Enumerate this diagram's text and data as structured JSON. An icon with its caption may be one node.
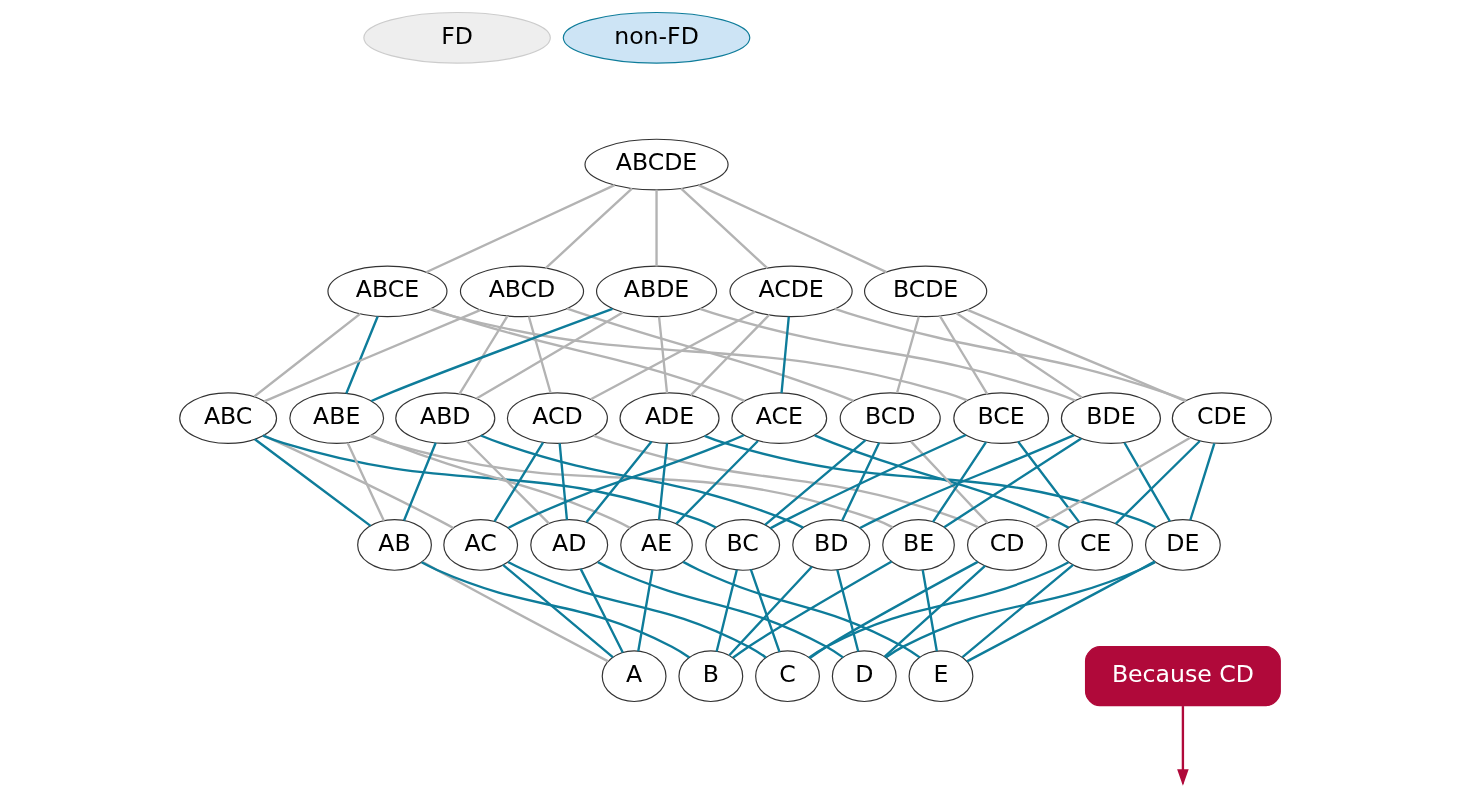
{
  "diagram": {
    "nodes": [
      {
        "text": [
          "ABCDE"
        ]
      },
      {
        "text": [
          "ABCE"
        ]
      },
      {
        "text": [
          "ABCD"
        ]
      },
      {
        "text": [
          "ABDE"
        ]
      },
      {
        "text": [
          "ACDE"
        ]
      },
      {
        "text": [
          "BCDE"
        ]
      },
      {
        "text": [
          "ABC"
        ]
      },
      {
        "text": [
          "ABE"
        ]
      },
      {
        "text": [
          "ABD"
        ]
      },
      {
        "text": [
          "ACD"
        ]
      },
      {
        "text": [
          "ADE"
        ]
      },
      {
        "text": [
          "ACE"
        ]
      },
      {
        "text": [
          "BCD"
        ]
      },
      {
        "text": [
          "BCE"
        ]
      },
      {
        "text": [
          "BDE"
        ]
      },
      {
        "text": [
          "CDE"
        ]
      },
      {
        "text": [
          "AB"
        ]
      },
      {
        "text": [
          "AC"
        ]
      },
      {
        "text": [
          "AD"
        ]
      },
      {
        "text": [
          "AE"
        ]
      },
      {
        "text": [
          "BC"
        ]
      },
      {
        "text": [
          "BD"
        ]
      },
      {
        "text": [
          "BE"
        ]
      },
      {
        "text": [
          "CD"
        ]
      },
      {
        "text": [
          "CE"
        ]
      },
      {
        "text": [
          "DE"
        ]
      },
      {
        "text": [
          "A"
        ]
      },
      {
        "text": [
          "B"
        ]
      },
      {
        "text": [
          "C"
        ]
      },
      {
        "text": [
          "D"
        ]
      },
      {
        "text": [
          "E"
        ]
      },
      {
        "text": [
          "Because CD"
        ]
      }
    ],
    "edges": [
      {
        "from": 0,
        "to": 1,
        "arrow": "none",
        "color": "#b3b3b3"
      },
      {
        "from": 0,
        "to": 2,
        "arrow": "none",
        "color": "#b3b3b3"
      },
      {
        "from": 0,
        "to": 3,
        "arrow": "none",
        "color": "#b3b3b3"
      },
      {
        "from": 0,
        "to": 4,
        "arrow": "none",
        "color": "#b3b3b3"
      },
      {
        "from": 0,
        "to": 5,
        "arrow": "none",
        "color": "#b3b3b3"
      },
      {
        "from": 1,
        "to": 6,
        "arrow": "none",
        "color": "#b3b3b3"
      },
      {
        "from": 1,
        "to": 7,
        "arrow": "none"
      },
      {
        "from": 1,
        "to": 11,
        "arrow": "none",
        "color": "#b3b3b3"
      },
      {
        "from": 1,
        "to": 13,
        "arrow": "none",
        "color": "#b3b3b3"
      },
      {
        "from": 2,
        "to": 6,
        "arrow": "none",
        "color": "#b3b3b3"
      },
      {
        "from": 2,
        "to": 8,
        "arrow": "none",
        "color": "#b3b3b3"
      },
      {
        "from": 2,
        "to": 9,
        "arrow": "none",
        "color": "#b3b3b3"
      },
      {
        "from": 2,
        "to": 12,
        "arrow": "none",
        "color": "#b3b3b3"
      },
      {
        "from": 3,
        "to": 7,
        "arrow": "none"
      },
      {
        "from": 3,
        "to": 8,
        "arrow": "none",
        "color": "#b3b3b3"
      },
      {
        "from": 3,
        "to": 10,
        "arrow": "none",
        "color": "#b3b3b3"
      },
      {
        "from": 3,
        "to": 14,
        "arrow": "none",
        "color": "#b3b3b3"
      },
      {
        "from": 4,
        "to": 9,
        "arrow": "none",
        "color": "#b3b3b3"
      },
      {
        "from": 4,
        "to": 10,
        "arrow": "none",
        "color": "#b3b3b3"
      },
      {
        "from": 4,
        "to": 11,
        "arrow": "none"
      },
      {
        "from": 4,
        "to": 15,
        "arrow": "none",
        "color": "#b3b3b3"
      },
      {
        "from": 5,
        "to": 12,
        "arrow": "none",
        "color": "#b3b3b3"
      },
      {
        "from": 5,
        "to": 13,
        "arrow": "none",
        "color": "#b3b3b3"
      },
      {
        "from": 5,
        "to": 14,
        "arrow": "none",
        "color": "#b3b3b3"
      },
      {
        "from": 5,
        "to": 15,
        "arrow": "none",
        "color": "#b3b3b3"
      },
      {
        "from": 6,
        "to": 16,
        "arrow": "none"
      },
      {
        "from": 6,
        "to": 17,
        "arrow": "none",
        "color": "#b3b3b3"
      },
      {
        "from": 6,
        "to": 20,
        "arrow": "none"
      },
      {
        "from": 7,
        "to": 16,
        "arrow": "none",
        "color": "#b3b3b3"
      },
      {
        "from": 7,
        "to": 19,
        "arrow": "none",
        "color": "#b3b3b3"
      },
      {
        "from": 7,
        "to": 22,
        "arrow": "none",
        "color": "#b3b3b3"
      },
      {
        "from": 8,
        "to": 16,
        "arrow": "none"
      },
      {
        "from": 8,
        "to": 18,
        "arrow": "none",
        "color": "#b3b3b3"
      },
      {
        "from": 8,
        "to": 21,
        "arrow": "none"
      },
      {
        "from": 9,
        "to": 17,
        "arrow": "none"
      },
      {
        "from": 9,
        "to": 18,
        "arrow": "none"
      },
      {
        "from": 9,
        "to": 23,
        "arrow": "none",
        "color": "#b3b3b3"
      },
      {
        "from": 10,
        "to": 18,
        "arrow": "none"
      },
      {
        "from": 10,
        "to": 19,
        "arrow": "none"
      },
      {
        "from": 10,
        "to": 25,
        "arrow": "none"
      },
      {
        "from": 11,
        "to": 17,
        "arrow": "none"
      },
      {
        "from": 11,
        "to": 19,
        "arrow": "none"
      },
      {
        "from": 11,
        "to": 24,
        "arrow": "none"
      },
      {
        "from": 12,
        "to": 20,
        "arrow": "none"
      },
      {
        "from": 12,
        "to": 21,
        "arrow": "none"
      },
      {
        "from": 12,
        "to": 23,
        "arrow": "none",
        "color": "#b3b3b3"
      },
      {
        "from": 13,
        "to": 20,
        "arrow": "none"
      },
      {
        "from": 13,
        "to": 22,
        "arrow": "none"
      },
      {
        "from": 13,
        "to": 24,
        "arrow": "none"
      },
      {
        "from": 14,
        "to": 21,
        "arrow": "none"
      },
      {
        "from": 14,
        "to": 22,
        "arrow": "none"
      },
      {
        "from": 14,
        "to": 25,
        "arrow": "none"
      },
      {
        "from": 15,
        "to": 23,
        "arrow": "none",
        "color": "#b3b3b3"
      },
      {
        "from": 15,
        "to": 24,
        "arrow": "none"
      },
      {
        "from": 15,
        "to": 25,
        "arrow": "none"
      },
      {
        "from": 16,
        "to": 26,
        "arrow": "none",
        "color": "#b3b3b3"
      },
      {
        "from": 16,
        "to": 27,
        "arrow": "none"
      },
      {
        "from": 17,
        "to": 26,
        "arrow": "none"
      },
      {
        "from": 17,
        "to": 28,
        "arrow": "none"
      },
      {
        "from": 18,
        "to": 26,
        "arrow": "none"
      },
      {
        "from": 18,
        "to": 29,
        "arrow": "none"
      },
      {
        "from": 19,
        "to": 26,
        "arrow": "none"
      },
      {
        "from": 19,
        "to": 30,
        "arrow": "none"
      },
      {
        "from": 20,
        "to": 27,
        "arrow": "none"
      },
      {
        "from": 20,
        "to": 28,
        "arrow": "none"
      },
      {
        "from": 21,
        "to": 27,
        "arrow": "none"
      },
      {
        "from": 21,
        "to": 29,
        "arrow": "none"
      },
      {
        "from": 22,
        "to": 27,
        "arrow": "none"
      },
      {
        "from": 22,
        "to": 30,
        "arrow": "none"
      },
      {
        "from": 23,
        "to": 28,
        "arrow": "none"
      },
      {
        "from": 23,
        "to": 29,
        "arrow": "none"
      },
      {
        "from": 24,
        "to": 28,
        "arrow": "none"
      },
      {
        "from": 24,
        "to": 30,
        "arrow": "none"
      },
      {
        "from": 25,
        "to": 29,
        "arrow": "none"
      },
      {
        "from": 25,
        "to": 30,
        "arrow": "none"
      },
      {
        "from": 31,
        "to": null,
        "arrow": "to",
        "color": "#b0093a"
      }
    ],
    "legend": [
      {
        "text": "FD",
        "color": "#eeeeee"
      },
      {
        "text": "non-FD",
        "color": "#cde4f5"
      }
    ]
  }
}
